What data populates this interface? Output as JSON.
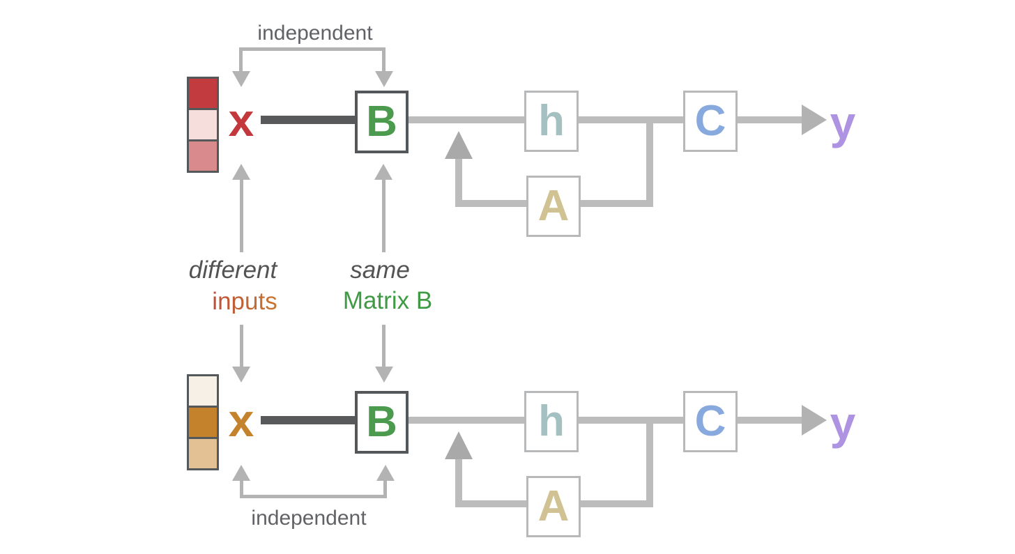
{
  "figure": {
    "description": "Two identical state-space model flow diagrams comparing different inputs processed with the same Matrix B"
  },
  "colors": {
    "background": "#ffffff",
    "line_light": "#bcbcbc",
    "line_dark": "#58595b",
    "bracket_gray": "#b3b3b3",
    "arrowhead_gray": "#a9a9a9",
    "box_border_light": "#b6b8ba",
    "box_border_dark": "#55585a",
    "note_gray": "#606266",
    "note_dark_gray": "#535353",
    "green_letter": "#4b9a4e",
    "teal_letter": "#a4c0c1",
    "khaki_letter": "#d0c292",
    "blue_letter": "#88a9de",
    "purple_letter": "#ae93e2",
    "matrix_b_text": "#3f9a44",
    "inputs_gradient_start": "#b5373c",
    "inputs_gradient_end": "#cd9130"
  },
  "annotations": {
    "independent_top": "independent",
    "independent_bottom": "independent",
    "different": "different",
    "inputs": "inputs",
    "same": "same",
    "matrix_b": "Matrix B"
  },
  "diagrams": [
    {
      "position": "top",
      "input_symbol": "x",
      "input_color": "#c2383c",
      "vector_colors": [
        "#c23b3e",
        "#f6dedd",
        "#d98a8c"
      ],
      "b_label": "B",
      "h_label": "h",
      "a_label": "A",
      "c_label": "C",
      "output_symbol": "y"
    },
    {
      "position": "bottom",
      "input_symbol": "x",
      "input_color": "#c5822d",
      "vector_colors": [
        "#f6f0e6",
        "#c5822d",
        "#e3c195"
      ],
      "b_label": "B",
      "h_label": "h",
      "a_label": "A",
      "c_label": "C",
      "output_symbol": "y"
    }
  ]
}
